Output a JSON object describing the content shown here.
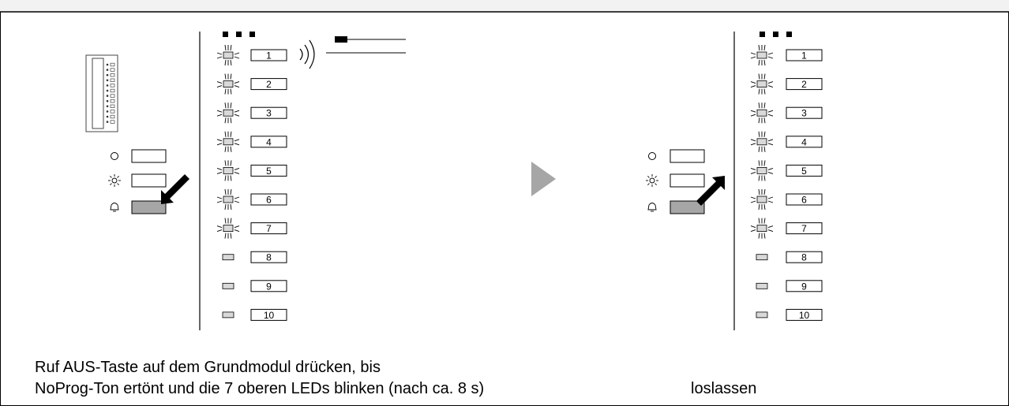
{
  "panels": [
    {
      "id": "press",
      "ring_labels": [
        "1",
        "2",
        "3",
        "4",
        "5",
        "6",
        "7",
        "8",
        "9",
        "10"
      ],
      "blinking_leds": 7,
      "arrow_direction": "press"
    },
    {
      "id": "release",
      "ring_labels": [
        "1",
        "2",
        "3",
        "4",
        "5",
        "6",
        "7",
        "8",
        "9",
        "10"
      ],
      "blinking_leds": 7,
      "arrow_direction": "release"
    }
  ],
  "icons": {
    "led_blink": "blinking-led-icon",
    "led_off": "led-off-icon",
    "circle": "circle-icon",
    "light": "sun-icon",
    "bell": "bell-icon",
    "wireless": "wireless-signal-icon",
    "step": "play-triangle-icon"
  },
  "colors": {
    "line": "#000000",
    "button_fill": "#a6a6a6",
    "led_fill": "#d9d9d9",
    "step_arrow": "#a6a6a6",
    "border": "#000000"
  },
  "caption": {
    "line1": "Ruf AUS-Taste auf dem Grundmodul drücken, bis",
    "line2": "NoProg-Ton ertönt und die 7 oberen LEDs blinken (nach ca. 8 s)",
    "release": "loslassen"
  }
}
